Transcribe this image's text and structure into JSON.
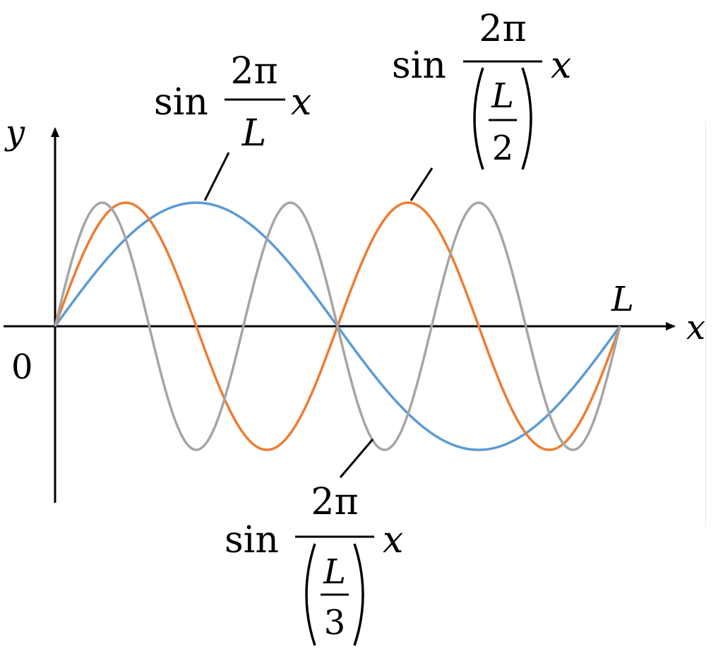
{
  "axes": {
    "x_label": "x",
    "y_label": "y",
    "origin_label": "0",
    "end_label": "L"
  },
  "curves": [
    {
      "id": "wave-1",
      "periods": 1,
      "color": "#5b9bd5"
    },
    {
      "id": "wave-2",
      "periods": 2,
      "color": "#ed7d31"
    },
    {
      "id": "wave-3",
      "periods": 3,
      "color": "#a5a5a5"
    }
  ],
  "labels": {
    "wave1": {
      "func": "sin",
      "numerator": "2π",
      "denominator": "L",
      "variable": "x"
    },
    "wave2": {
      "func": "sin",
      "numerator": "2π",
      "den_main": "L",
      "den_sub": "2",
      "variable": "x"
    },
    "wave3": {
      "func": "sin",
      "numerator": "2π",
      "den_main": "L",
      "den_sub": "3",
      "variable": "x"
    }
  },
  "colors": {
    "axis": "#000000",
    "leader": "#000000"
  }
}
